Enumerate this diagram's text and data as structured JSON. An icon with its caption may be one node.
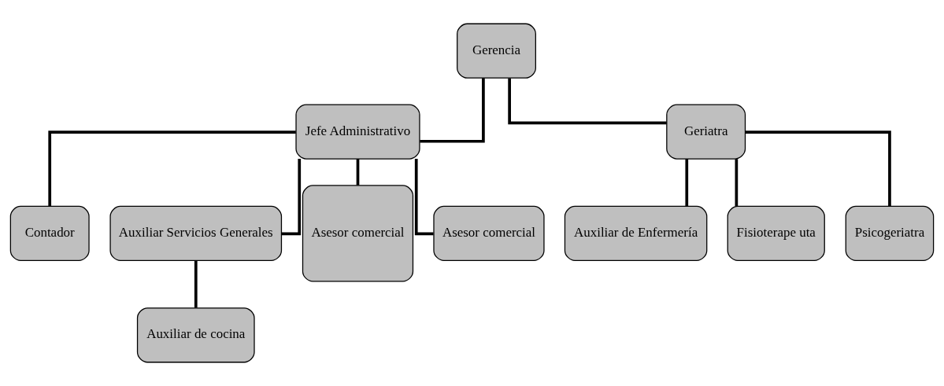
{
  "diagram": {
    "nodes": [
      {
        "text": [
          "Gerencia"
        ]
      },
      {
        "text": [
          "Jefe Administrativo"
        ]
      },
      {
        "text": [
          "Geriatra"
        ]
      },
      {
        "text": [
          "Contador"
        ]
      },
      {
        "text": [
          "Auxiliar Servicios Generales"
        ]
      },
      {
        "text": [
          "Asesor comercial"
        ]
      },
      {
        "text": [
          "Asesor comercial"
        ]
      },
      {
        "text": [
          "Auxiliar de Enfermería"
        ]
      },
      {
        "text": [
          "Fisioterape uta"
        ]
      },
      {
        "text": [
          "Psicogeriatra"
        ]
      },
      {
        "text": [
          "Auxiliar de cocina"
        ]
      }
    ],
    "edges": [
      {
        "from": 0,
        "to": 1,
        "arrow": "none"
      },
      {
        "from": 0,
        "to": 2,
        "arrow": "none"
      },
      {
        "from": 1,
        "to": 3,
        "arrow": "none"
      },
      {
        "from": 1,
        "to": 4,
        "arrow": "none"
      },
      {
        "from": 1,
        "to": 5,
        "arrow": "none"
      },
      {
        "from": 1,
        "to": 6,
        "arrow": "none"
      },
      {
        "from": 2,
        "to": 7,
        "arrow": "none"
      },
      {
        "from": 2,
        "to": 8,
        "arrow": "none"
      },
      {
        "from": 2,
        "to": 9,
        "arrow": "none"
      },
      {
        "from": 4,
        "to": 10,
        "arrow": "none"
      }
    ]
  }
}
